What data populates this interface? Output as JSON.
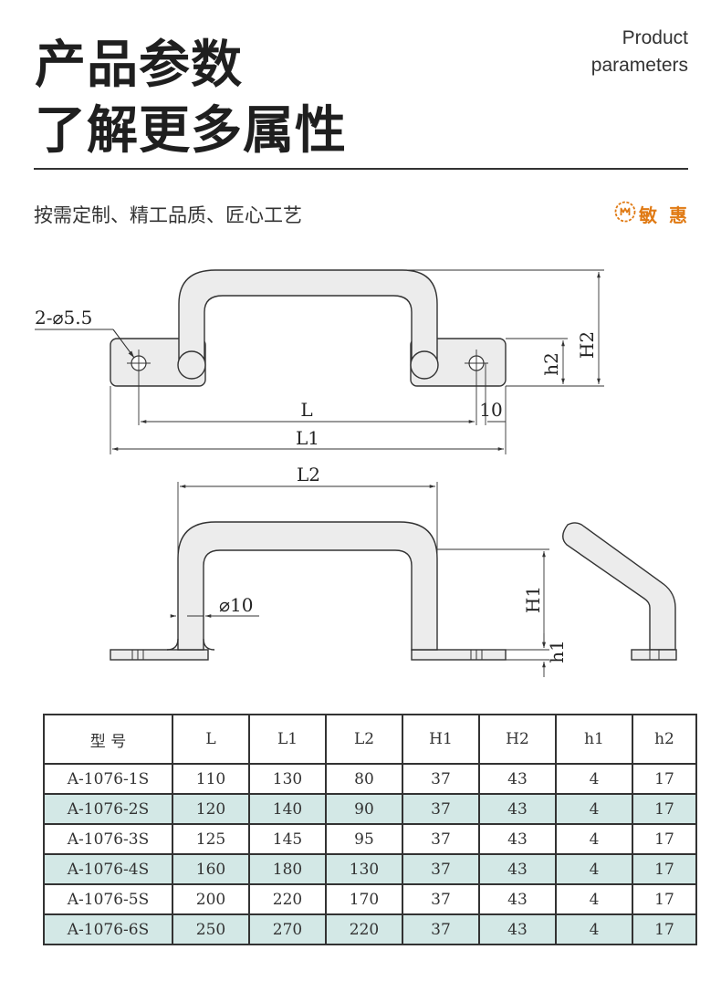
{
  "header": {
    "title_line1": "产品参数",
    "title_line2": "了解更多属性",
    "en_line1": "Product",
    "en_line2": "parameters"
  },
  "subtitle": "按需定制、精工品质、匠心工艺",
  "brand": {
    "name": "敏 惠",
    "logo_icon": "minhui-logo-icon",
    "color": "#e07a14"
  },
  "drawing": {
    "hole_label": "2-⌀5.5",
    "L": "L",
    "L1": "L1",
    "L2": "L2",
    "H1": "H1",
    "H2": "H2",
    "h1": "h1",
    "h2": "h2",
    "dim_10": "10",
    "bar_dia": "⌀10"
  },
  "table": {
    "headers": [
      "型 号",
      "L",
      "L1",
      "L2",
      "H1",
      "H2",
      "h1",
      "h2"
    ],
    "rows": [
      [
        "A-1076-1S",
        "110",
        "130",
        "80",
        "37",
        "43",
        "4",
        "17"
      ],
      [
        "A-1076-2S",
        "120",
        "140",
        "90",
        "37",
        "43",
        "4",
        "17"
      ],
      [
        "A-1076-3S",
        "125",
        "145",
        "95",
        "37",
        "43",
        "4",
        "17"
      ],
      [
        "A-1076-4S",
        "160",
        "180",
        "130",
        "37",
        "43",
        "4",
        "17"
      ],
      [
        "A-1076-5S",
        "200",
        "220",
        "170",
        "37",
        "43",
        "4",
        "17"
      ],
      [
        "A-1076-6S",
        "250",
        "270",
        "220",
        "37",
        "43",
        "4",
        "17"
      ]
    ],
    "alt_row_color": "#d3e8e6"
  }
}
